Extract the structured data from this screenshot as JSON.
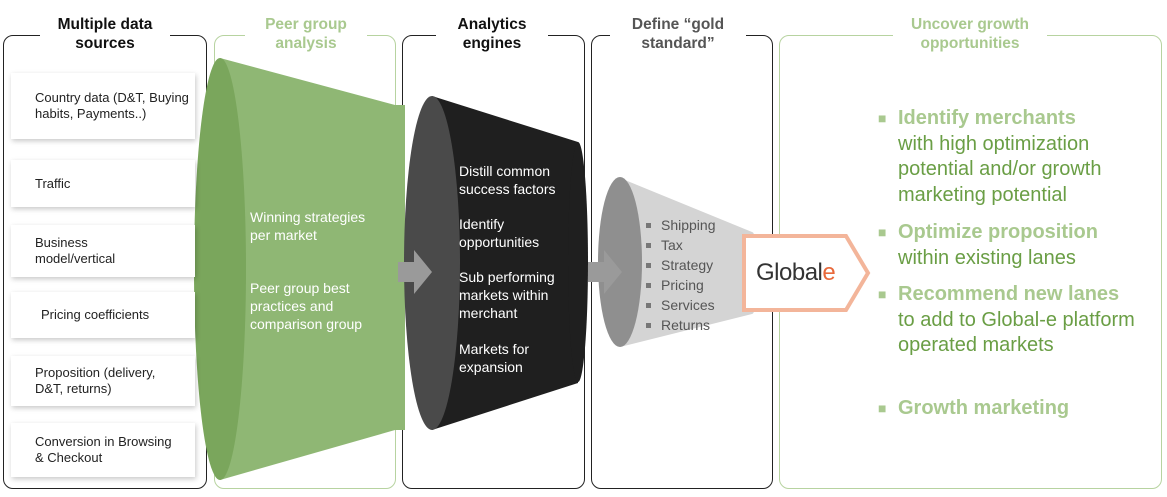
{
  "headers": {
    "sources": "Multiple data sources",
    "peer": "Peer group analysis",
    "analytics": "Analytics engines",
    "gold": "Define “gold standard”",
    "uncover": "Uncover growth opportunities"
  },
  "sources": [
    {
      "label": "Country data (D&T, Buying habits, Payments..)"
    },
    {
      "label": "Traffic"
    },
    {
      "label": "Business model/vertical"
    },
    {
      "label": "Pricing coefficients"
    },
    {
      "label": "Proposition (delivery, D&T, returns)"
    },
    {
      "label": "Conversion in Browsing & Checkout"
    }
  ],
  "peer_group": [
    "Winning strategies per market",
    "Peer group best practices and comparison group"
  ],
  "analytics": [
    "Distill common success factors",
    "Identify opportunities",
    "Sub performing markets within merchant",
    "Markets for expansion"
  ],
  "gold_standard": [
    "Shipping",
    "Tax",
    "Strategy",
    "Pricing",
    "Services",
    "Returns"
  ],
  "logo": {
    "text_main": "Global",
    "text_accent": "e"
  },
  "outcomes": [
    {
      "bold": "Identify merchants",
      "rest": "with high optimization potential and/or growth marketing potential"
    },
    {
      "bold": "Optimize proposition",
      "rest": "within existing lanes"
    },
    {
      "bold": "Recommend new lanes",
      "rest": "to add to Global-e platform operated markets"
    },
    {
      "bold": "Growth marketing",
      "rest": ""
    }
  ],
  "colors": {
    "green_dark": "#6a9e45",
    "green_light": "#a9c98f",
    "funnel_black": "#222222",
    "funnel_grey": "#cfcfcf",
    "logo_accent": "#e8683a"
  }
}
